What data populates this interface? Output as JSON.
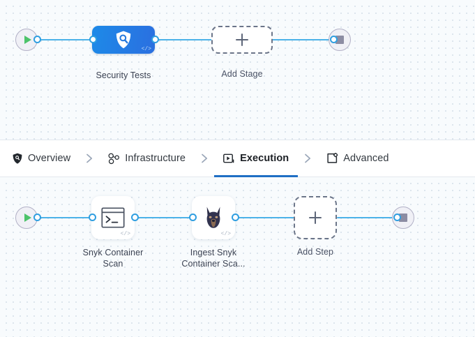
{
  "theme": {
    "canvas_bg": "#f8fbfd",
    "edge_color": "#4cb2e8",
    "port_stroke": "#2f9ee0",
    "stage_fill_start": "#1d8ae8",
    "stage_fill_end": "#2b6fe0",
    "active_tab_underline": "#1f6fc4",
    "start_play_color": "#4dc36a",
    "stop_square_color": "#8c8ca3",
    "dashed_border": "#6b7589",
    "text_primary": "#32383f",
    "snyk_logo_color": "#2b2c46"
  },
  "stage_graph": {
    "start_node": {
      "name": "pipeline-start",
      "icon": "play-icon"
    },
    "end_node": {
      "name": "pipeline-end",
      "icon": "stop-icon"
    },
    "stages": [
      {
        "label": "Security Tests",
        "icon": "shield-search-icon",
        "code_badge": "</>",
        "selected": true
      }
    ],
    "add_stage": {
      "label": "Add Stage",
      "icon": "plus-icon"
    }
  },
  "tabs": [
    {
      "label": "Overview",
      "icon": "shield-icon",
      "active": false
    },
    {
      "label": "Infrastructure",
      "icon": "nodes-icon",
      "active": false
    },
    {
      "label": "Execution",
      "icon": "play-box-icon",
      "active": true
    },
    {
      "label": "Advanced",
      "icon": "settings-box-icon",
      "active": false
    }
  ],
  "tab_separator_icon": "chevron-right-icon",
  "step_graph": {
    "start_node": {
      "name": "execution-start",
      "icon": "play-icon"
    },
    "end_node": {
      "name": "execution-end",
      "icon": "stop-icon"
    },
    "steps": [
      {
        "label_line1": "Snyk Container",
        "label_line2": "Scan",
        "icon": "terminal-icon",
        "code_badge": "</>"
      },
      {
        "label_line1": "Ingest Snyk",
        "label_line2": "Container Sca...",
        "icon": "snyk-dog-icon",
        "code_badge": "</>"
      }
    ],
    "add_step": {
      "label": "Add Step",
      "icon": "plus-icon"
    }
  }
}
